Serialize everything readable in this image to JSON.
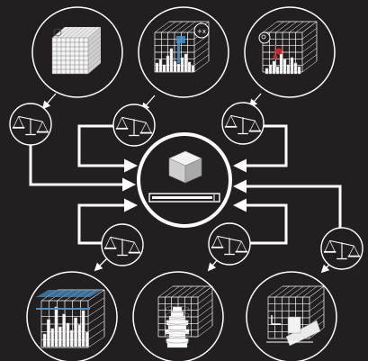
{
  "diagram": {
    "background": "#231f20",
    "stroke": "#ffffff",
    "highlight_blue": "#4a90c8",
    "highlight_red": "#c8282d",
    "voxel_fill": "#ffffff",
    "hub": {
      "icon": "cube-icon",
      "bar": "progress-bar"
    },
    "top_panels": [
      {
        "icon": "dense-voxel-cube-icon",
        "flow": "to-scale"
      },
      {
        "icon": "voxel-grid-with-cursor-icon",
        "flow": "to-scale"
      },
      {
        "icon": "voxel-grid-with-red-marker-icon",
        "flow": "to-scale"
      }
    ],
    "bottom_panels": [
      {
        "icon": "voxel-city-with-blue-plane-icon",
        "flow": "from-scale"
      },
      {
        "icon": "voxel-spiral-icon",
        "flow": "from-scale"
      },
      {
        "icon": "voxel-object-icon",
        "flow": "from-scale"
      }
    ],
    "scales": [
      {
        "icon": "balance-scale-icon"
      },
      {
        "icon": "balance-scale-icon"
      },
      {
        "icon": "balance-scale-icon"
      },
      {
        "icon": "balance-scale-icon"
      },
      {
        "icon": "balance-scale-icon"
      },
      {
        "icon": "balance-scale-icon"
      }
    ]
  }
}
